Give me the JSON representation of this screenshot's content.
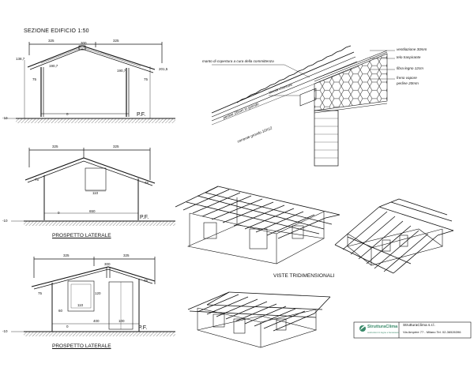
{
  "sheet": {
    "section_title": "SEZIONE   EDIFICIO 1:50",
    "view_3d_title": "VISTE TRIDIMENSIONALI",
    "elevation_captions": [
      "PROSPETTO LATERALE",
      "PROSPETTO LATERALE"
    ],
    "pf_label": "P.F.",
    "level_marks": [
      "-10",
      "-10",
      "-10"
    ]
  },
  "section": {
    "dims_top": [
      "325",
      "325"
    ],
    "ridge_dim": "300",
    "left_dims": [
      "138,7",
      "75"
    ],
    "right_dims": [
      "201,5",
      "75"
    ],
    "inner_dims": [
      "190,7",
      "190,7"
    ],
    "floor_mark": "0"
  },
  "elevation_1": {
    "dims_top": [
      "325",
      "325"
    ],
    "side_dims": [
      "75",
      "75"
    ],
    "window_dim": "110",
    "floor_mark": "0",
    "width_dim": "650"
  },
  "elevation_2": {
    "dims_top": [
      "325",
      "325"
    ],
    "ridge_dim": "300",
    "side_dims": [
      "75",
      "75"
    ],
    "window_dim": "110",
    "window_height": "120",
    "door_dim": "60",
    "door_width": "100",
    "floor_mark": "0",
    "width_dim": "400"
  },
  "roof_detail": {
    "annotations": [
      "manto di copertura a cura della committenza",
      "ventilazione 30mm",
      "telo traspirante",
      "fibra legno 12cm",
      "freno vapore",
      "perline 20mm",
      "tavola chiusura",
      "perline 20mm in grondo",
      "corrente grondo 10X12"
    ]
  },
  "title_block": {
    "logo_name": "StrutturaClima",
    "logo_tagline": "costruzioni in legno e benessere",
    "company": "StrutturaClima s.r.l.",
    "address": "Via Ampère 77 - Milano Tel. 02-36526396"
  },
  "colors": {
    "line": "#111111",
    "ground_hatch": "#333333",
    "insulation": "#222222",
    "logo": "#3a8a6a"
  }
}
